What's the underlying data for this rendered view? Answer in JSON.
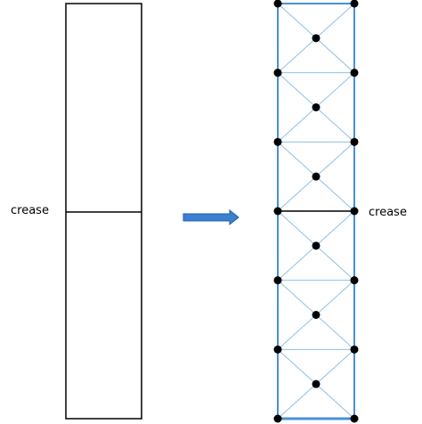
{
  "labels": {
    "left_crease": "crease",
    "right_crease": "crease"
  },
  "colors": {
    "outline": "#000000",
    "mesh_edge": "#4a8fd6",
    "mesh_diagonal": "#8cc0ea",
    "arrow_fill": "#3f7fd0",
    "arrow_stroke": "#1f5fae",
    "node": "#000000"
  },
  "mesh": {
    "cells": 6,
    "crease_after_cell": 3
  }
}
